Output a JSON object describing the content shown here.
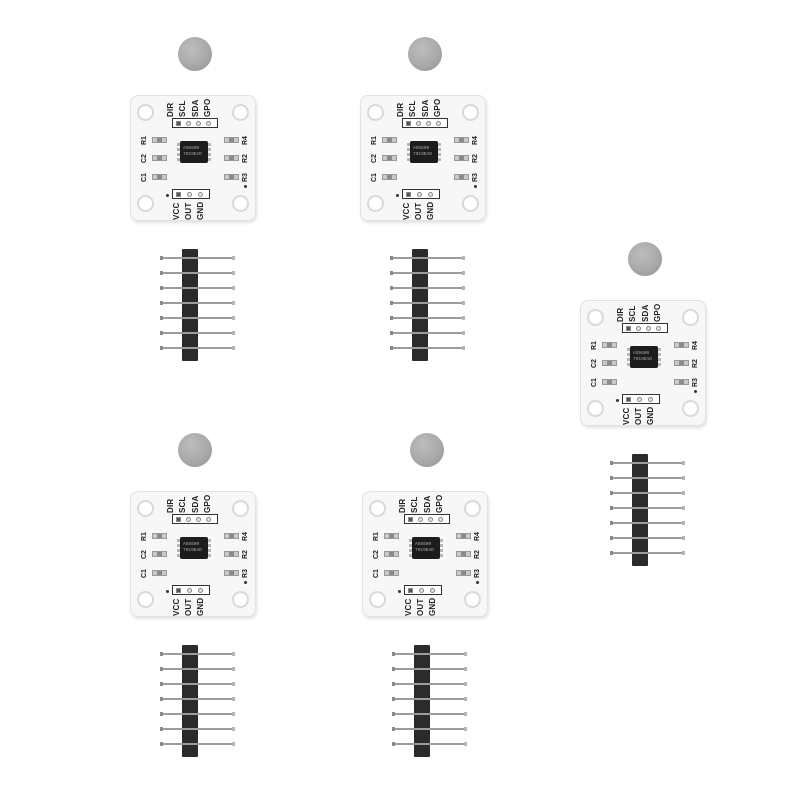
{
  "modules": [
    {
      "board": {
        "top_labels": [
          "DIR",
          "SCL",
          "SDA",
          "GPO"
        ],
        "bottom_labels": [
          "VCC",
          "OUT",
          "GND"
        ],
        "left_labels": [
          "R1",
          "C2",
          "C1"
        ],
        "right_labels": [
          "R4",
          "R2",
          "R3"
        ],
        "chip_text": [
          "AS5600",
          "7919EAD"
        ]
      }
    },
    {
      "board": {
        "top_labels": [
          "DIR",
          "SCL",
          "SDA",
          "GPO"
        ],
        "bottom_labels": [
          "VCC",
          "OUT",
          "GND"
        ],
        "left_labels": [
          "R1",
          "C2",
          "C1"
        ],
        "right_labels": [
          "R4",
          "R2",
          "R3"
        ],
        "chip_text": [
          "AS5600",
          "7919EAD"
        ]
      }
    },
    {
      "board": {
        "top_labels": [
          "DIR",
          "SCL",
          "SDA",
          "GPO"
        ],
        "bottom_labels": [
          "VCC",
          "OUT",
          "GND"
        ],
        "left_labels": [
          "R1",
          "C2",
          "C1"
        ],
        "right_labels": [
          "R4",
          "R2",
          "R3"
        ],
        "chip_text": [
          "AS5600",
          "7919EAD"
        ]
      }
    },
    {
      "board": {
        "top_labels": [
          "DIR",
          "SCL",
          "SDA",
          "GPO"
        ],
        "bottom_labels": [
          "VCC",
          "OUT",
          "GND"
        ],
        "left_labels": [
          "R1",
          "C2",
          "C1"
        ],
        "right_labels": [
          "R4",
          "R2",
          "R3"
        ],
        "chip_text": [
          "AS5600",
          "7919EAD"
        ]
      }
    },
    {
      "board": {
        "top_labels": [
          "DIR",
          "SCL",
          "SDA",
          "GPO"
        ],
        "bottom_labels": [
          "VCC",
          "OUT",
          "GND"
        ],
        "left_labels": [
          "R1",
          "C2",
          "C1"
        ],
        "right_labels": [
          "R4",
          "R2",
          "R3"
        ],
        "chip_text": [
          "AS5600",
          "7919EAD"
        ]
      }
    }
  ]
}
